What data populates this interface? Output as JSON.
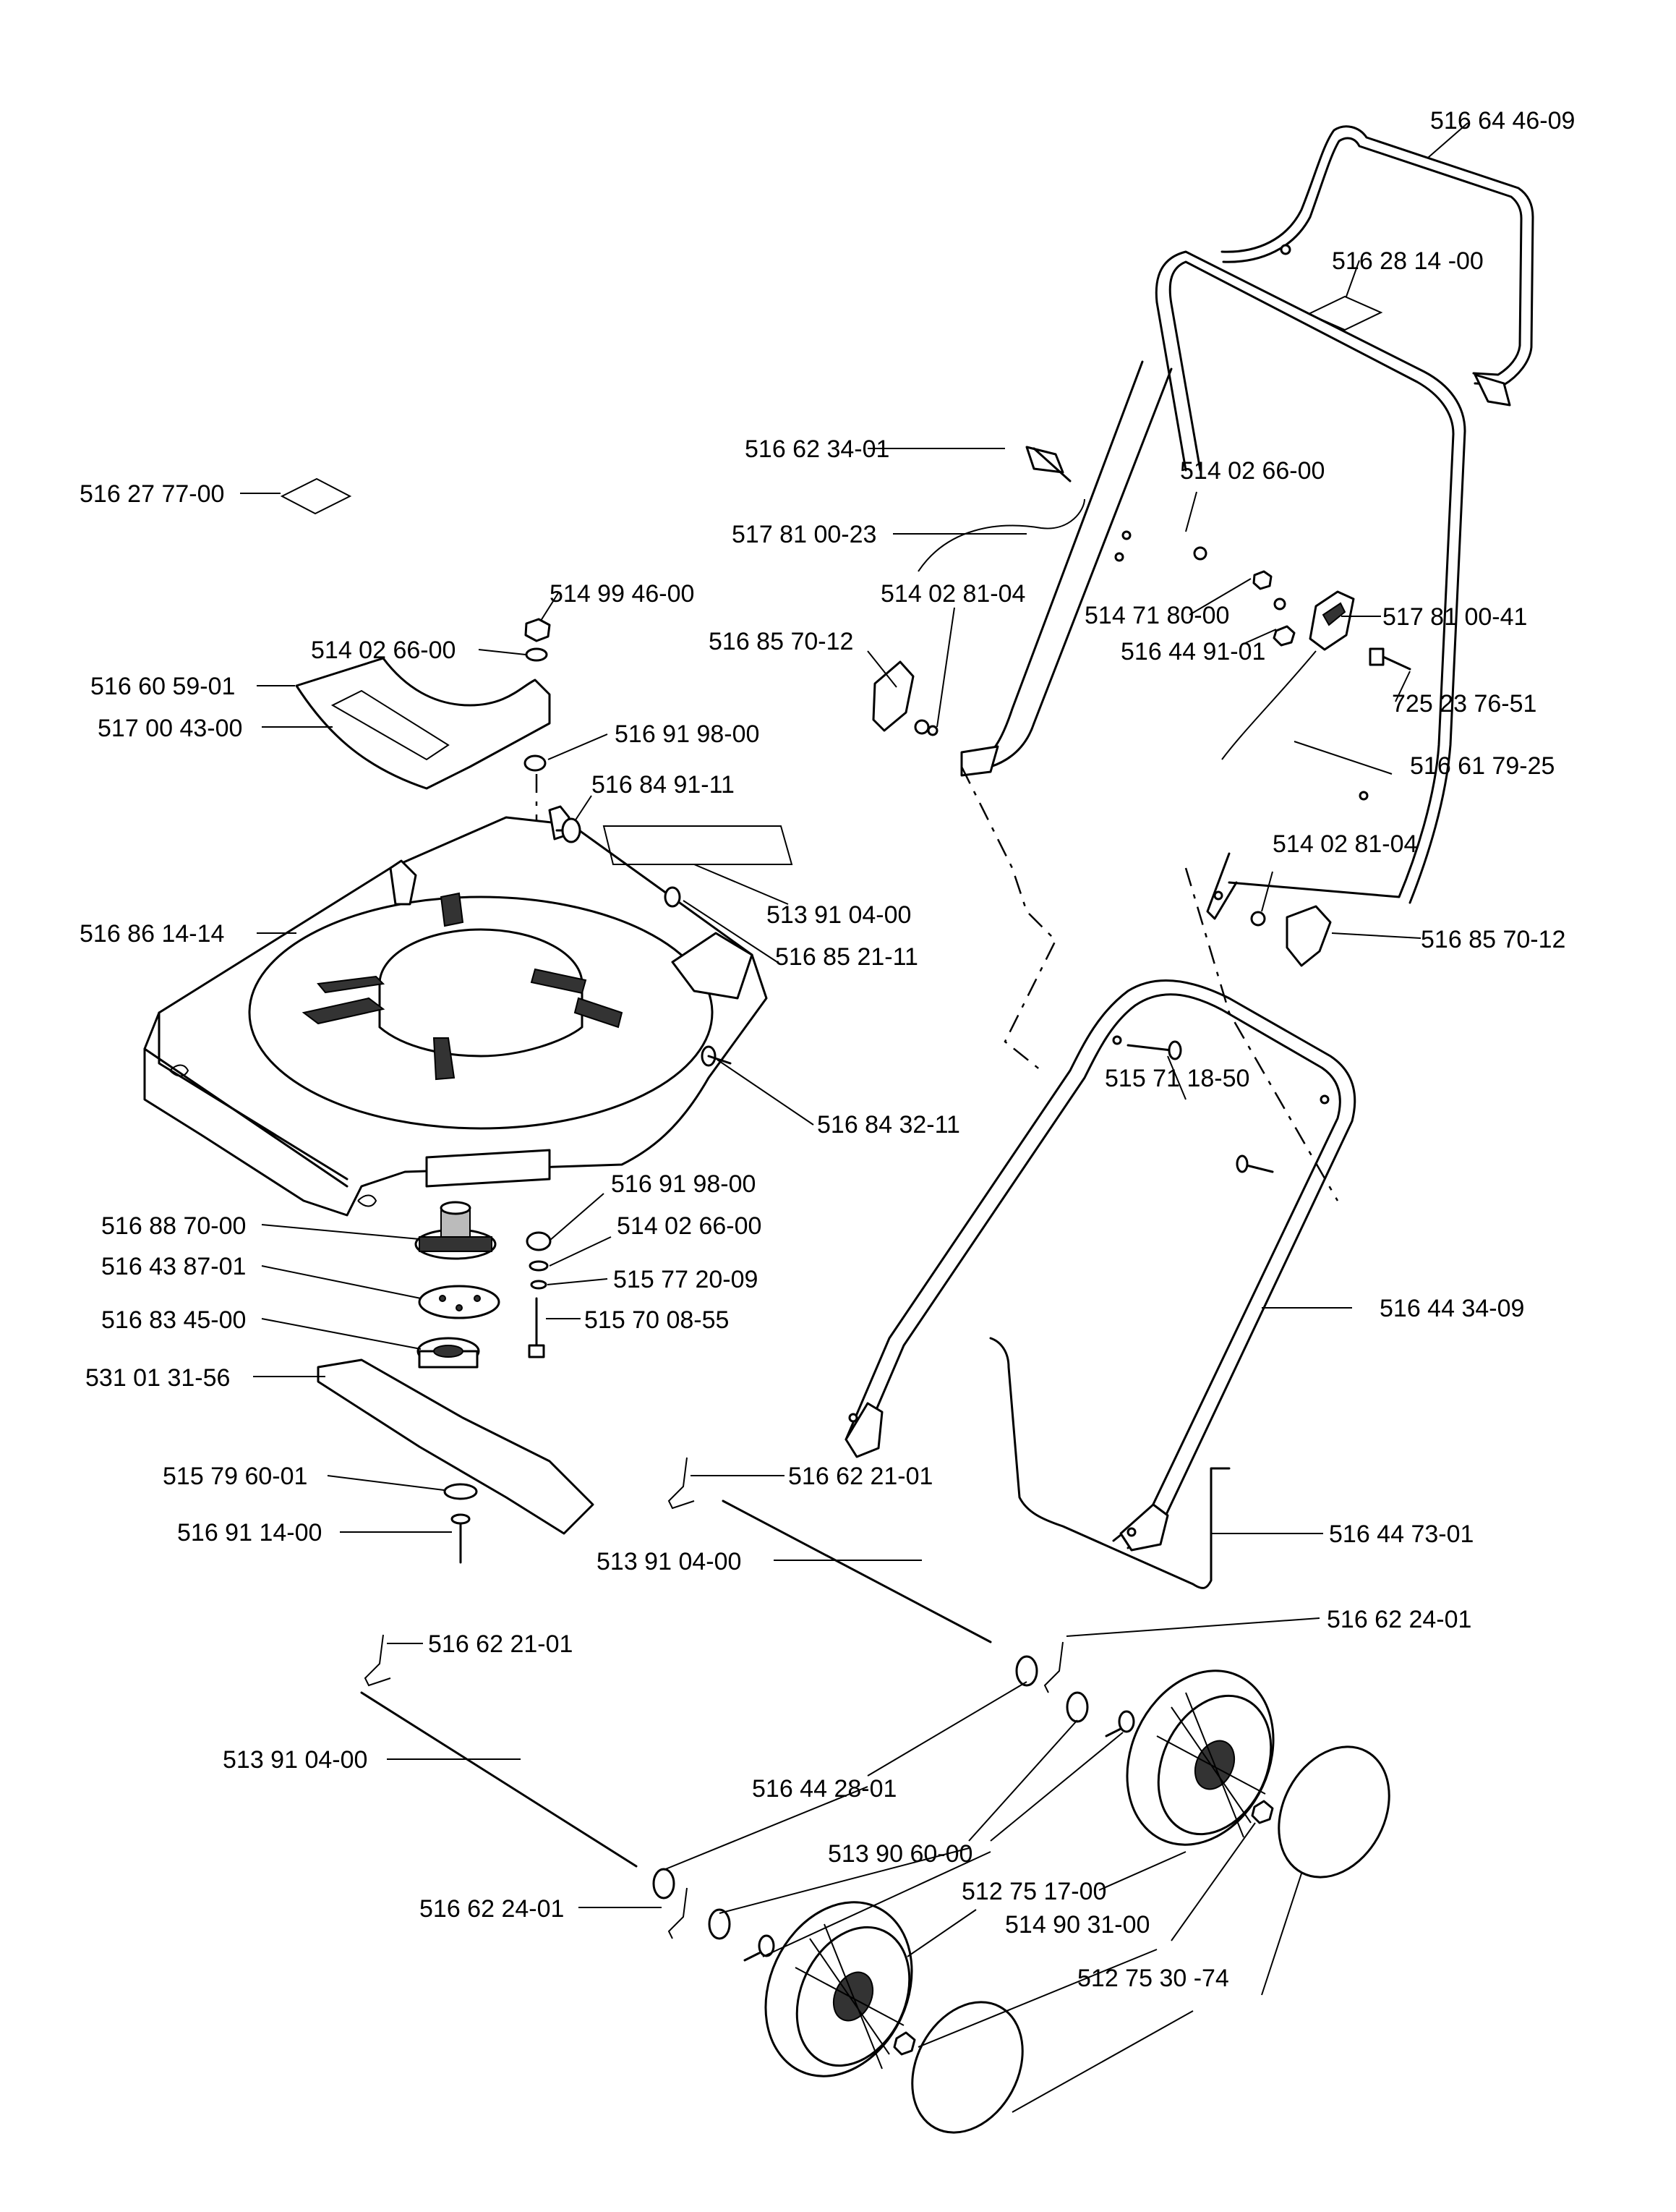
{
  "labels": [
    "516 64 46-09",
    "516 28 14 -00",
    "516 62 34-01",
    "514 02 66-00",
    "516 27 77-00",
    "517 81 00-23",
    "514 99 46-00",
    "514 02 81-04",
    "514 71 80-00",
    "517 81 00-41",
    "514 02 66-00",
    "516 85 70-12",
    "516 44 91-01",
    "516 60 59-01",
    "725 23 76-51",
    "517 00 43-00",
    "516 91 98-00",
    "516 61 79-25",
    "516 84 91-11",
    "514 02 81-04",
    "513 91 04-00",
    "516 86 14-14",
    "516 85 70-12",
    "516 85 21-11",
    "516 84 32-11",
    "515 71 18-50",
    "516 91 98-00",
    "516 88 70-00",
    "514 02 66-00",
    "516 43 87-01",
    "515 77 20-09",
    "516 83 45-00",
    "515 70 08-55",
    "516 44 34-09",
    "531 01 31-56",
    "516  62 21-01",
    "515 79 60-01",
    "516 44 73-01",
    "516 91 14-00",
    "513 91 04-00",
    "516 62 24-01",
    "516  62 21-01",
    "513 91 04-00",
    "516 44 28-01",
    "513 90 60-00",
    "512 75 17-00",
    "516 62 24-01",
    "514 90 31-00",
    "512 75 30 -74"
  ]
}
